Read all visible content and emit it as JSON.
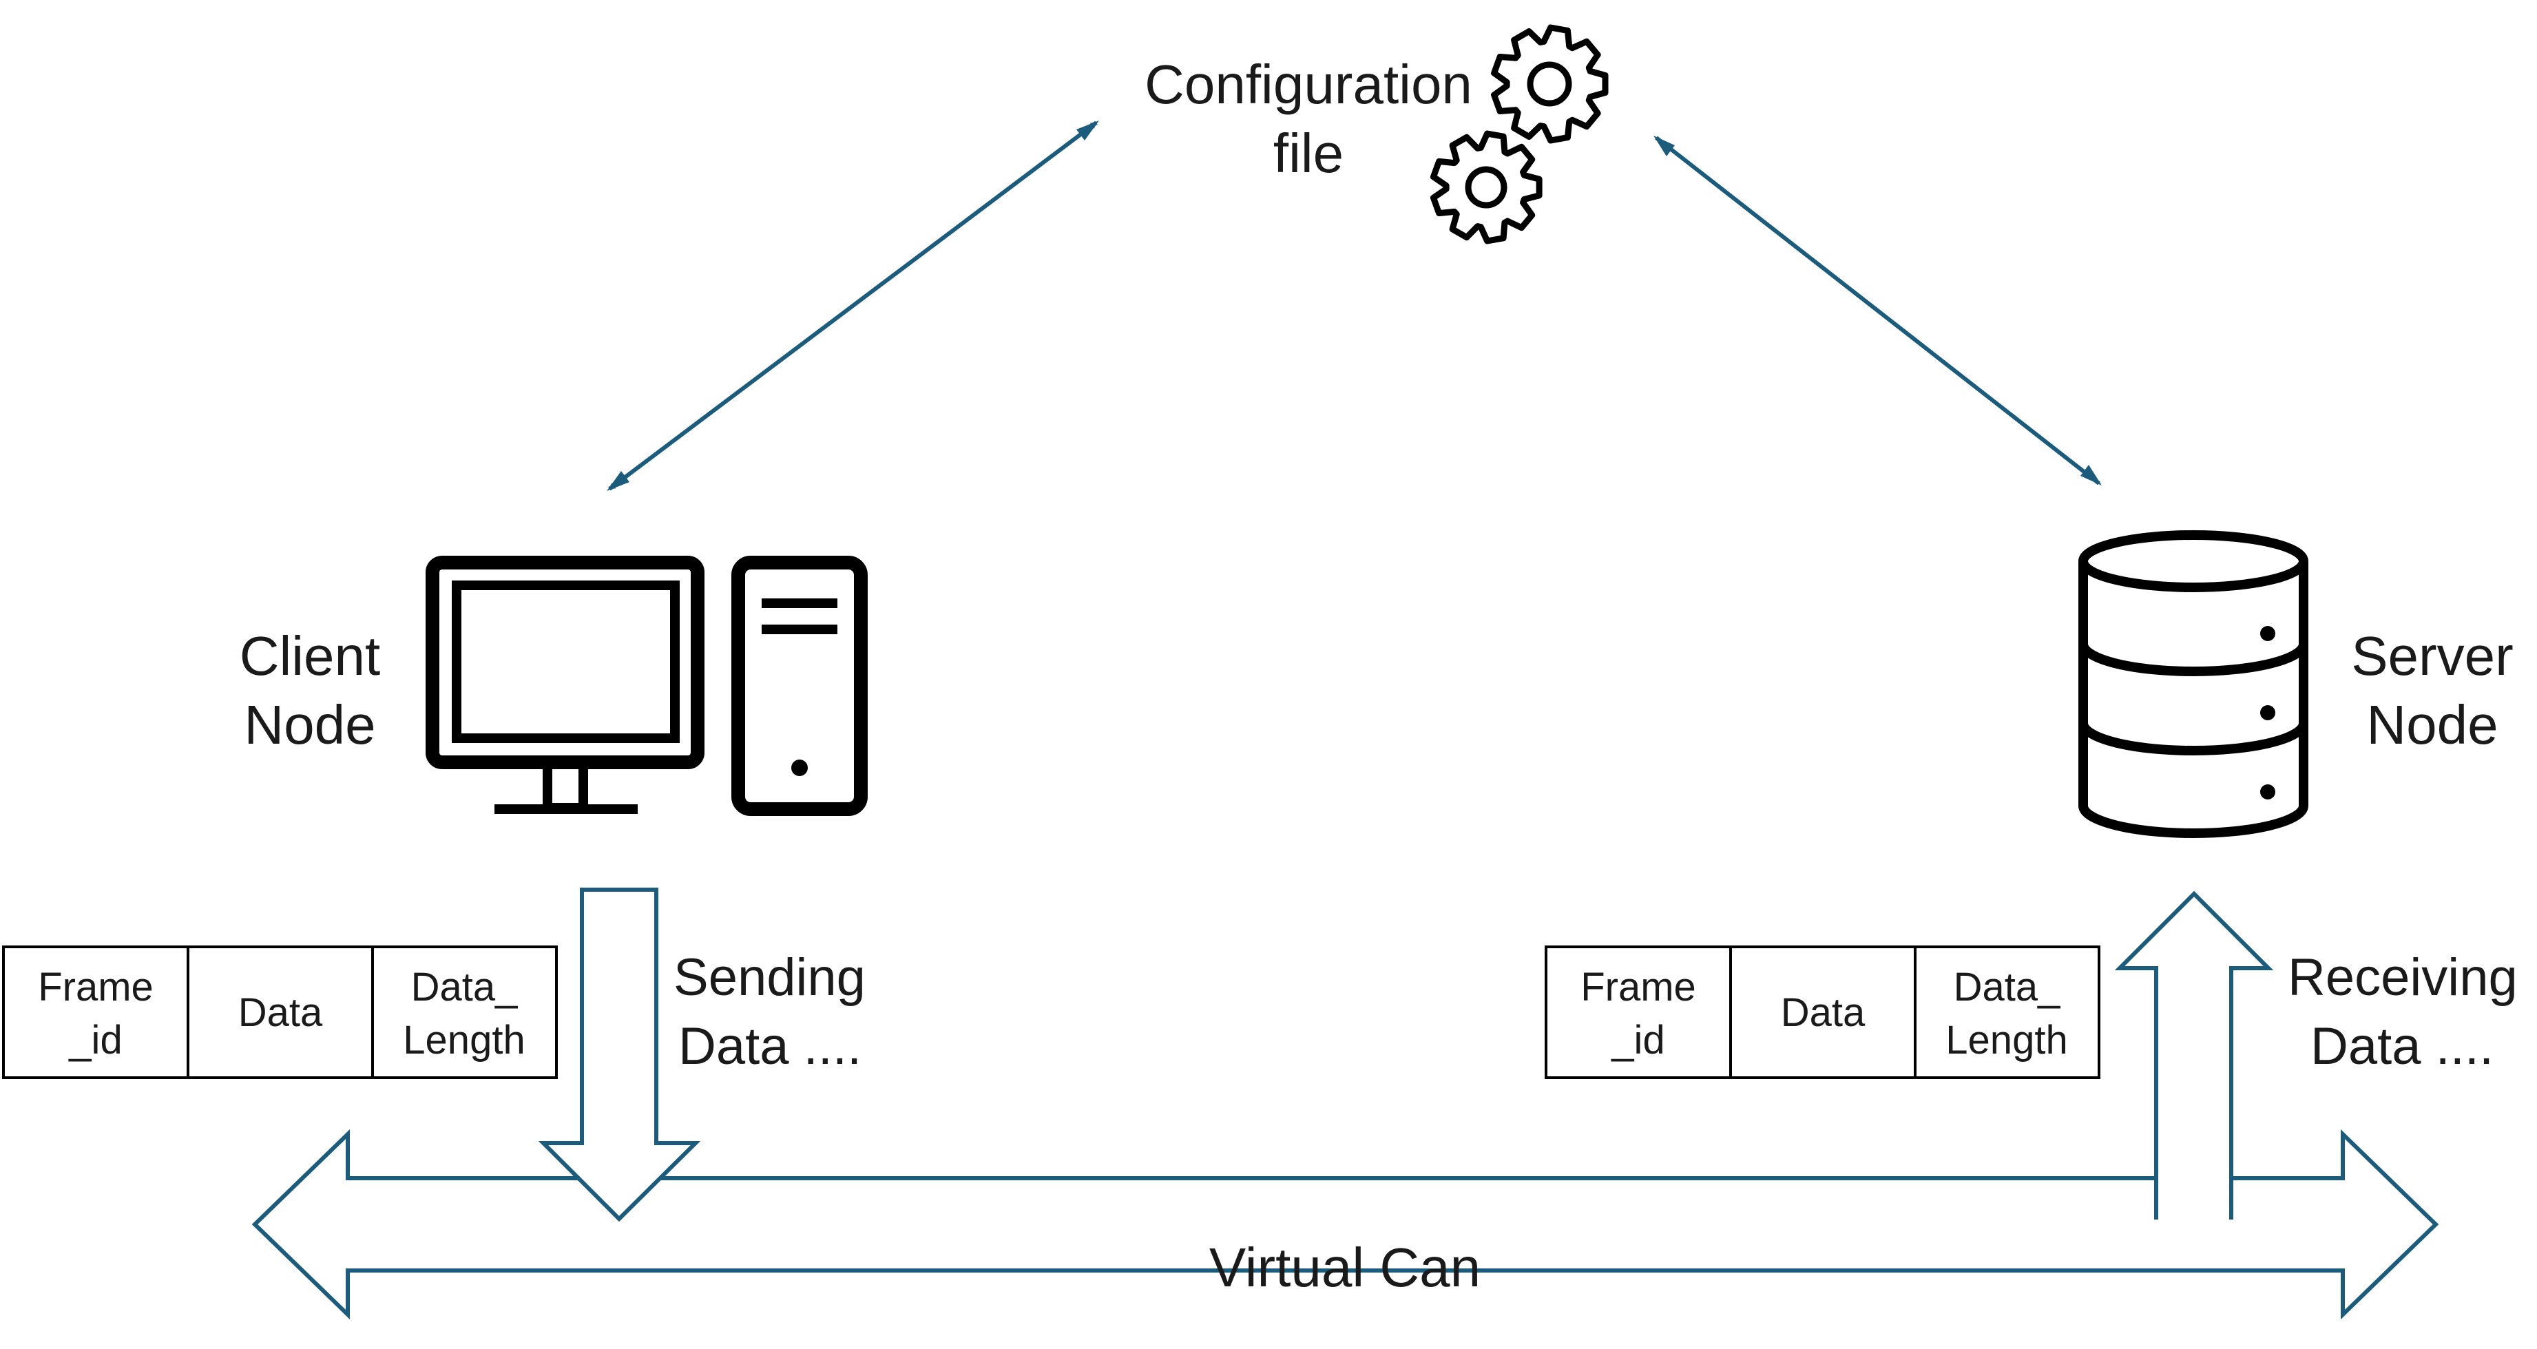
{
  "config": {
    "line1": "Configuration",
    "line2": "file",
    "icon": "gears-icon"
  },
  "client": {
    "line1": "Client",
    "line2": "Node",
    "icon": "desktop-computer-icon"
  },
  "server": {
    "line1": "Server",
    "line2": "Node",
    "icon": "database-server-icon"
  },
  "sending": {
    "line1": "Sending",
    "line2": "Data ...."
  },
  "receiving": {
    "line1": "Receiving",
    "line2": "Data ...."
  },
  "bus": {
    "label": "Virtual Can"
  },
  "frame_left": {
    "cells": [
      {
        "line1": "Frame",
        "line2": "_id"
      },
      {
        "line1": "Data",
        "line2": ""
      },
      {
        "line1": "Data_",
        "line2": "Length"
      }
    ]
  },
  "frame_right": {
    "cells": [
      {
        "line1": "Frame",
        "line2": "_id"
      },
      {
        "line1": "Data",
        "line2": ""
      },
      {
        "line1": "Data_",
        "line2": "Length"
      }
    ]
  },
  "colors": {
    "arrow": "#1b5c7c",
    "icon": "#000000",
    "text": "#1a1a1a"
  }
}
